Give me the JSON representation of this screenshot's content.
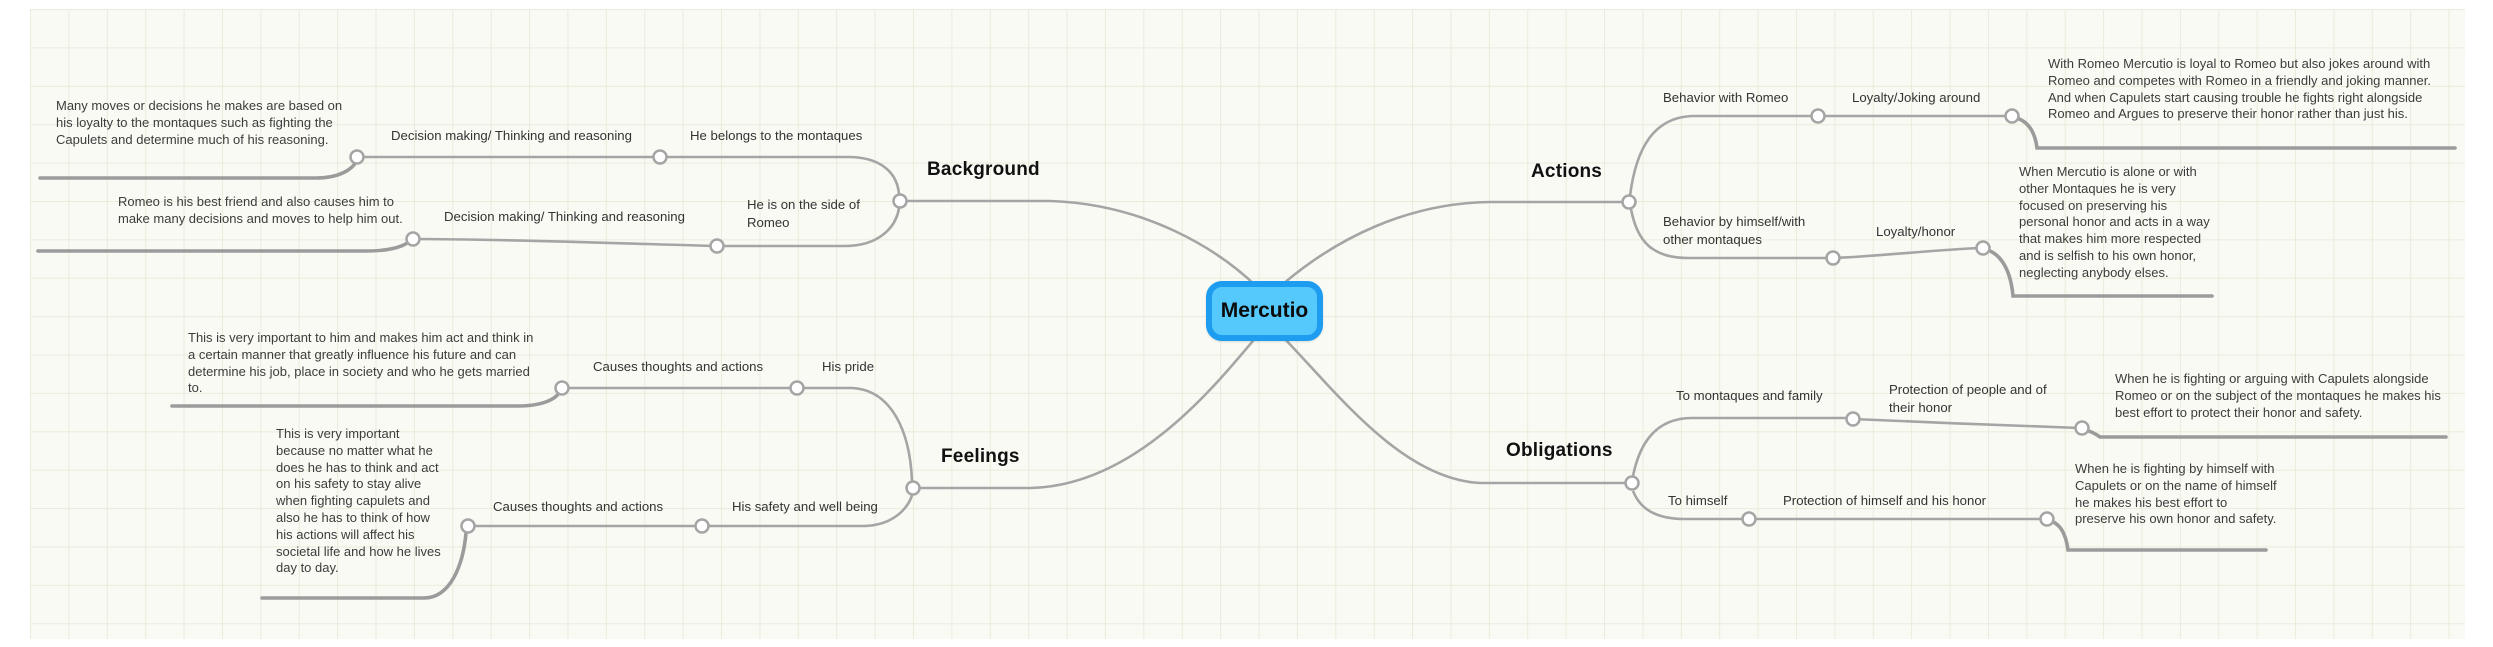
{
  "root": {
    "label": "Mercutio",
    "fill_color": "#55c9fb",
    "border_color": "#1e9cf0"
  },
  "colors": {
    "connector": "#a5a5a5",
    "canvas_bg": "#f9faf4",
    "grid_line": "#e9ecdb"
  },
  "branches": {
    "background": {
      "label": "Background",
      "children": {
        "belongs_to_montaques": {
          "label": "He belongs to the montaques",
          "child": {
            "label": "Decision making/ Thinking and reasoning",
            "child": {
              "note": "Many moves or decisions he makes are based on his loyalty to the montaques such as fighting the Capulets and determine much of his reasoning."
            }
          }
        },
        "side_of_romeo": {
          "label": "He is on the side of Romeo",
          "child": {
            "label": "Decision making/ Thinking and reasoning",
            "child": {
              "note": "Romeo is his best friend and also causes him to make many decisions and moves to help him out."
            }
          }
        }
      }
    },
    "feelings": {
      "label": "Feelings",
      "children": {
        "his_pride": {
          "label": "His pride",
          "child": {
            "label": "Causes thoughts and actions",
            "child": {
              "note": "This is very important to him and makes him act and think in a certain manner that greatly influence his future and can determine his job, place in society and who he gets married to."
            }
          }
        },
        "his_safety": {
          "label": "His safety and well being",
          "child": {
            "label": "Causes thoughts and actions",
            "child": {
              "note": "This is very important because no matter what he does he has to think and act on his safety to stay alive when fighting capulets and also he has to think of how his actions will affect his societal life and how he lives day to day."
            }
          }
        }
      }
    },
    "actions": {
      "label": "Actions",
      "children": {
        "behavior_with_romeo": {
          "label": "Behavior with Romeo",
          "child": {
            "label": "Loyalty/Joking around",
            "child": {
              "note": "With Romeo Mercutio is loyal to Romeo but also jokes around with Romeo and competes with Romeo in a friendly and joking manner. And when Capulets start causing trouble he fights right alongside Romeo and Argues to preserve their honor rather than just his."
            }
          }
        },
        "behavior_by_himself": {
          "label": "Behavior by himself/with other montaques",
          "child": {
            "label": "Loyalty/honor",
            "child": {
              "note": "When Mercutio is alone or with other Montaques he is very focused on preserving his personal honor and acts in a way that makes him more respected and is selfish to his own honor, neglecting anybody elses."
            }
          }
        }
      }
    },
    "obligations": {
      "label": "Obligations",
      "children": {
        "to_montaques_and_family": {
          "label": "To montaques and family",
          "child": {
            "label": "Protection of people and of their honor",
            "child": {
              "note": "When he is fighting or arguing with Capulets alongside Romeo or on the subject of the montaques he makes his best effort to protect their honor and safety."
            }
          }
        },
        "to_himself": {
          "label": "To himself",
          "child": {
            "label": "Protection of himself and his honor",
            "child": {
              "note": "When he is fighting by himself with Capulets or on the name of himself he makes his best effort to preserve his own honor and safety."
            }
          }
        }
      }
    }
  }
}
